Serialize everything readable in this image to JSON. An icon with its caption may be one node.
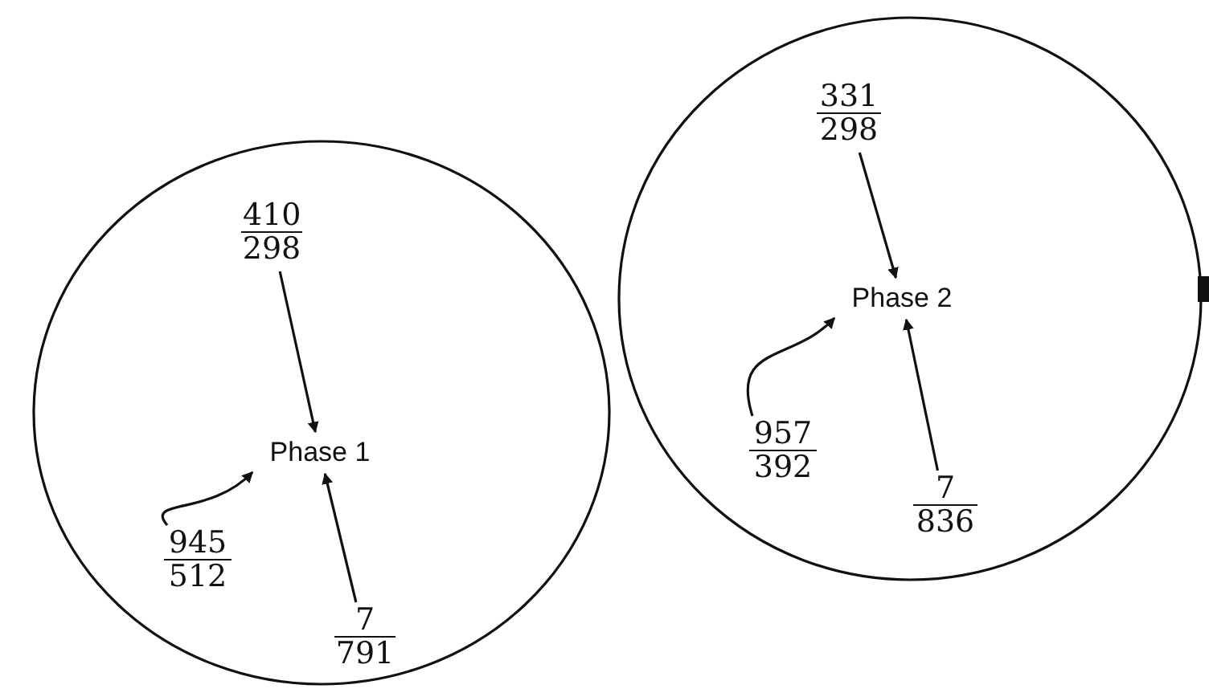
{
  "diagram": {
    "nodes": [
      {
        "text": [],
        "shape": "circle"
      },
      {
        "text": [
          "Phase 1"
        ],
        "in": 0
      },
      {
        "text": [
          "410",
          "298"
        ],
        "in": 0
      },
      {
        "text": [
          "945",
          "512"
        ],
        "in": 0
      },
      {
        "text": [
          "7",
          "791"
        ],
        "in": 0
      },
      {
        "text": [],
        "shape": "circle"
      },
      {
        "text": [
          "Phase 2"
        ],
        "in": 5
      },
      {
        "text": [
          "331",
          "298"
        ],
        "in": 5
      },
      {
        "text": [
          "957",
          "392"
        ],
        "in": 5
      },
      {
        "text": [
          "7",
          "836"
        ],
        "in": 5
      }
    ],
    "edges": [
      {
        "from": 2,
        "to": 1,
        "arrow": "to"
      },
      {
        "from": 3,
        "to": 1,
        "arrow": "to"
      },
      {
        "from": 4,
        "to": 1,
        "arrow": "to"
      },
      {
        "from": 7,
        "to": 6,
        "arrow": "to"
      },
      {
        "from": 8,
        "to": 6,
        "arrow": "to"
      },
      {
        "from": 9,
        "to": 6,
        "arrow": "to"
      }
    ]
  }
}
